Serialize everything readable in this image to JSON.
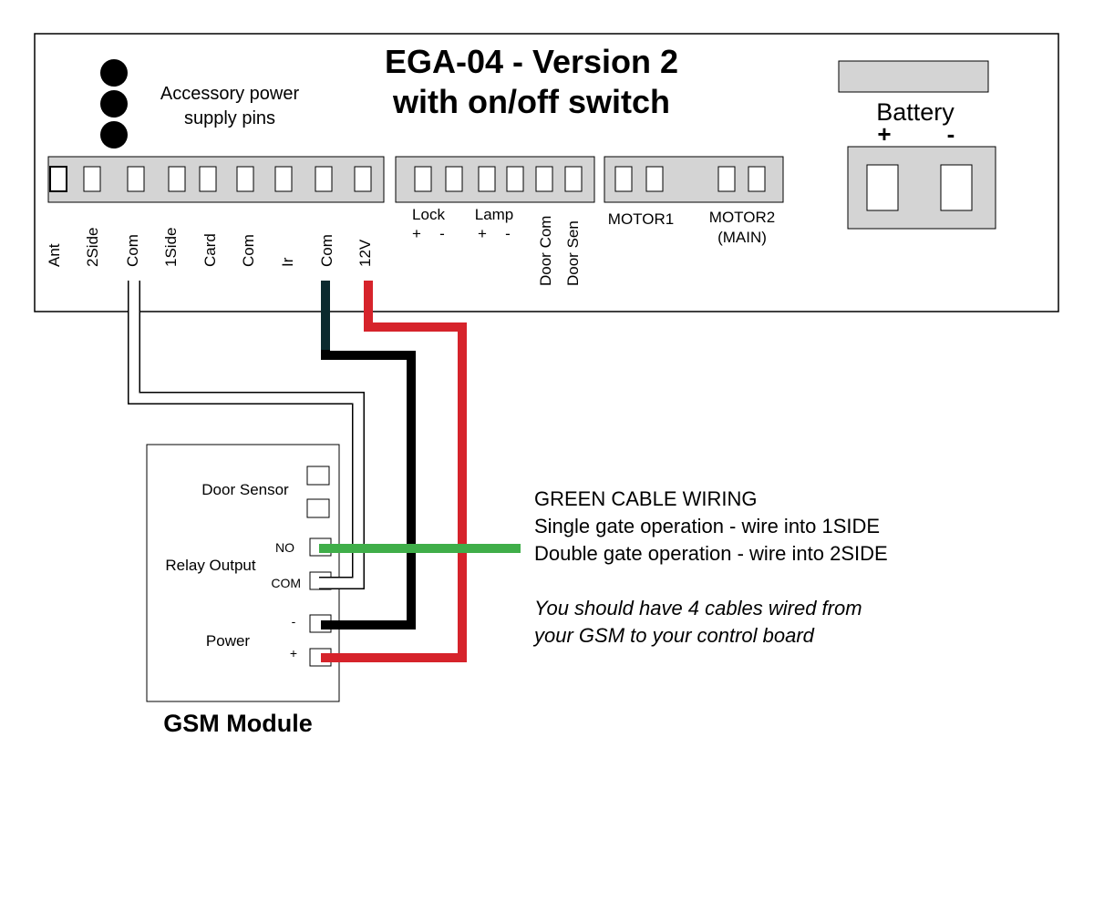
{
  "board": {
    "title_line1": "EGA-04 - Version 2",
    "title_line2": "with on/off switch",
    "accessory_line1": "Accessory power",
    "accessory_line2": "supply pins",
    "battery_label": "Battery",
    "battery_plus": "+",
    "battery_minus": "-",
    "main_terminals": [
      "Ant",
      "2Side",
      "Com",
      "1Side",
      "Card",
      "Com",
      "Ir",
      "Com",
      "12V"
    ],
    "lock_label": "Lock",
    "lamp_label": "Lamp",
    "plus": "+",
    "minus": "-",
    "door_com": "Door Com",
    "door_sen": "Door Sen",
    "motor1": "MOTOR1",
    "motor2": "MOTOR2",
    "motor2_sub": "(MAIN)"
  },
  "gsm": {
    "title": "GSM Module",
    "door_sensor": "Door Sensor",
    "relay_output": "Relay Output",
    "no": "NO",
    "com": "COM",
    "power": "Power",
    "minus": "-",
    "plus": "+"
  },
  "notes": {
    "heading": "GREEN CABLE WIRING",
    "line1": "Single gate operation - wire into 1SIDE",
    "line2": "Double gate operation - wire into 2SIDE",
    "italic1": "You should have 4 cables wired from",
    "italic2": "your GSM to your control board"
  },
  "colors": {
    "green_wire": "#3fae49",
    "red_wire": "#d6232b",
    "black_wire": "#000000",
    "dark_wire": "#0b2a2e",
    "panel_gray": "#d4d4d4"
  }
}
